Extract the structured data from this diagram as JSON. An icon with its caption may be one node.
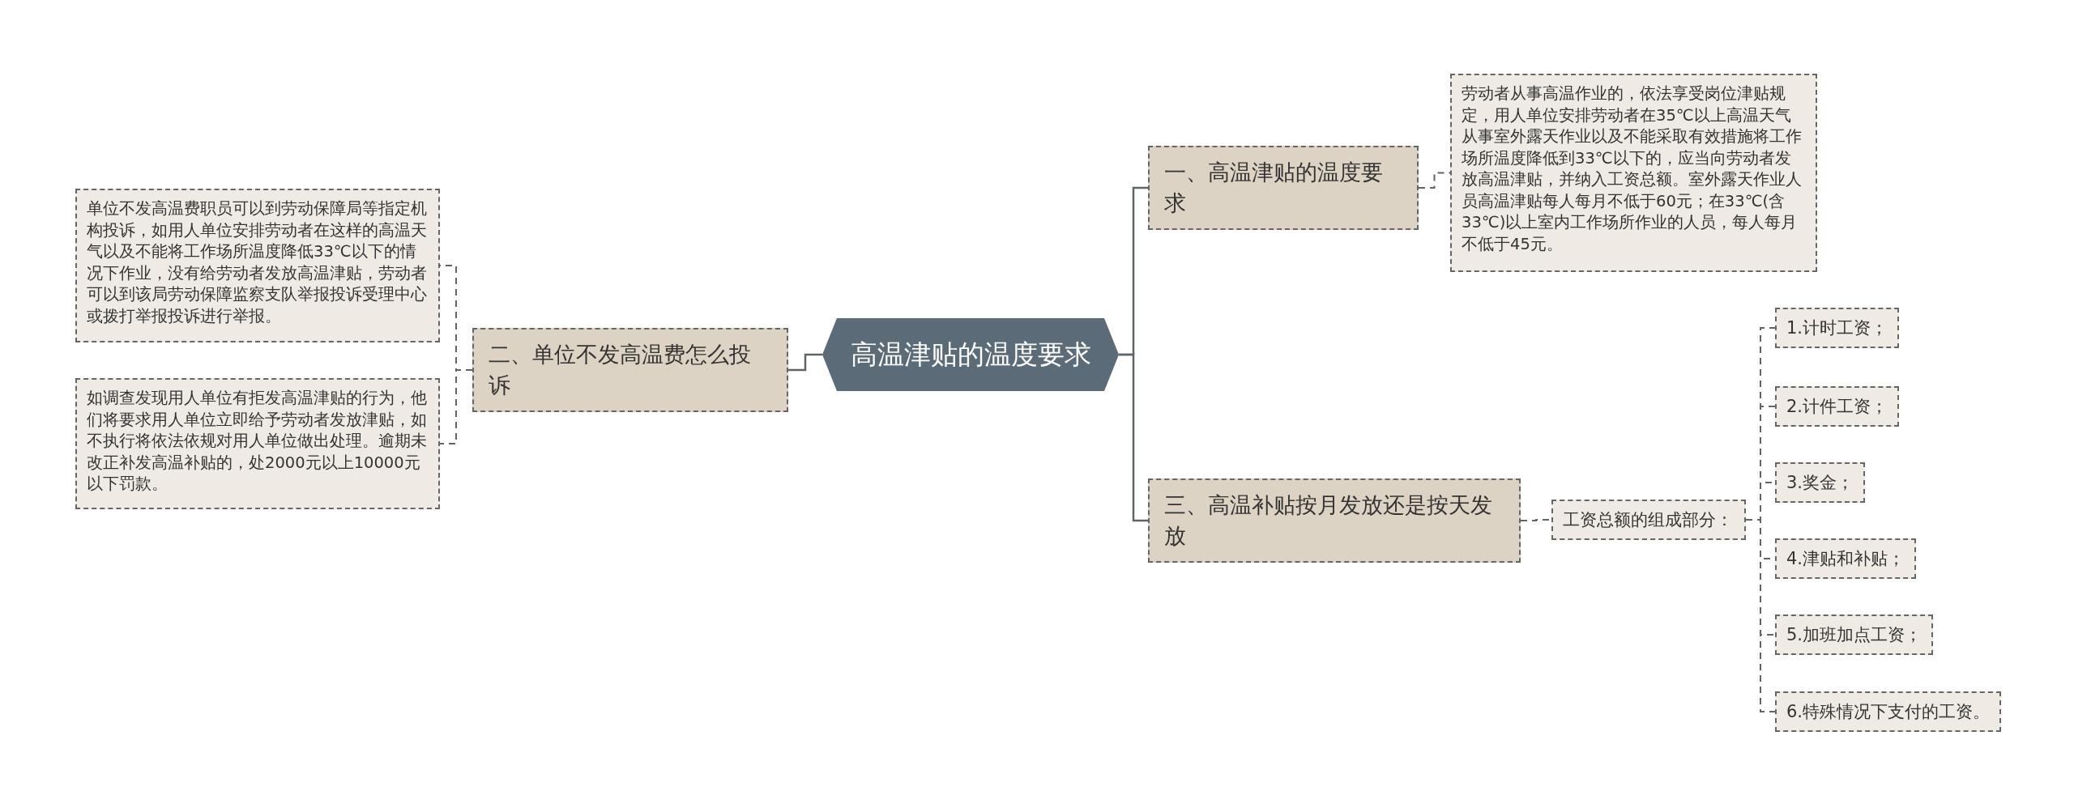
{
  "diagram": {
    "nodes": [
      {
        "text": [
          "高温津贴的温度要求"
        ]
      },
      {
        "text": [
          "一、高温津贴的温度要求"
        ]
      },
      {
        "text": [
          "劳动者从事高温作业的，依法享受岗位津贴规定，用人单位安排劳动者在35℃以上高温天气从事室外露天作业以及不能采取有效措施将工作场所温度降低到33℃以下的，应当向劳动者发放高温津贴，并纳入工资总额。室外露天作业人员高温津贴每人每月不低于60元；在33℃(含33℃)以上室内工作场所作业的人员，每人每月不低于45元。"
        ]
      },
      {
        "text": [
          "二、单位不发高温费怎么投诉"
        ]
      },
      {
        "text": [
          "单位不发高温费职员可以到劳动保障局等指定机构投诉，如用人单位安排劳动者在这样的高温天气以及不能将工作场所温度降低33℃以下的情况下作业，没有给劳动者发放高温津贴，劳动者可以到该局劳动保障监察支队举报投诉受理中心或拨打举报投诉进行举报。"
        ]
      },
      {
        "text": [
          "如调查发现用人单位有拒发高温津贴的行为，他们将要求用人单位立即给予劳动者发放津贴，如不执行将依法依规对用人单位做出处理。逾期未改正补发高温补贴的，处2000元以上10000元以下罚款。"
        ]
      },
      {
        "text": [
          "三、高温补贴按月发放还是按天发放"
        ]
      },
      {
        "text": [
          "工资总额的组成部分："
        ]
      },
      {
        "text": [
          "1.计时工资；"
        ]
      },
      {
        "text": [
          "2.计件工资；"
        ]
      },
      {
        "text": [
          "3.奖金；"
        ]
      },
      {
        "text": [
          "4.津贴和补贴；"
        ]
      },
      {
        "text": [
          "5.加班加点工资；"
        ]
      },
      {
        "text": [
          "6.特殊情况下支付的工资。"
        ]
      }
    ],
    "edges": [
      {
        "from": 0,
        "to": 1,
        "arrow": "none"
      },
      {
        "from": 0,
        "to": 3,
        "arrow": "none"
      },
      {
        "from": 0,
        "to": 6,
        "arrow": "none"
      },
      {
        "from": 1,
        "to": 2,
        "arrow": "none",
        "style": "dashed"
      },
      {
        "from": 3,
        "to": 4,
        "arrow": "none",
        "style": "dashed"
      },
      {
        "from": 3,
        "to": 5,
        "arrow": "none",
        "style": "dashed"
      },
      {
        "from": 6,
        "to": 7,
        "arrow": "none",
        "style": "dashed"
      },
      {
        "from": 7,
        "to": 8,
        "arrow": "none",
        "style": "dashed"
      },
      {
        "from": 7,
        "to": 9,
        "arrow": "none",
        "style": "dashed"
      },
      {
        "from": 7,
        "to": 10,
        "arrow": "none",
        "style": "dashed"
      },
      {
        "from": 7,
        "to": 11,
        "arrow": "none",
        "style": "dashed"
      },
      {
        "from": 7,
        "to": 12,
        "arrow": "none",
        "style": "dashed"
      },
      {
        "from": 7,
        "to": 13,
        "arrow": "none",
        "style": "dashed"
      }
    ]
  }
}
